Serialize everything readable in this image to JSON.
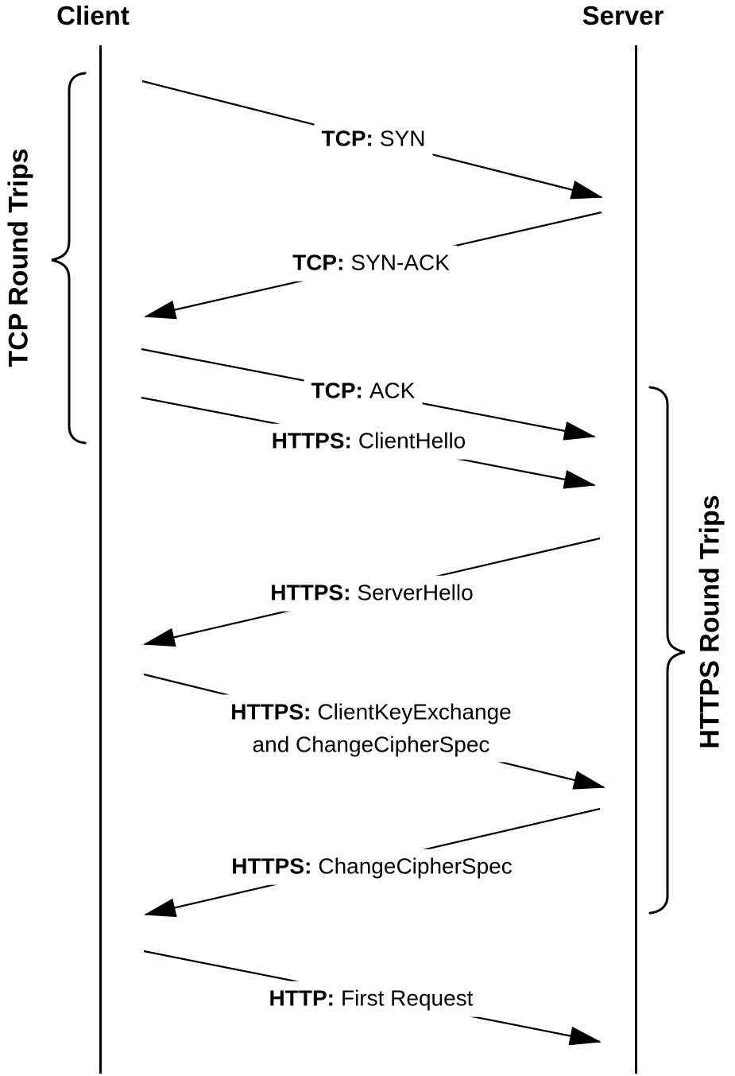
{
  "diagram": {
    "actors": {
      "client": "Client",
      "server": "Server"
    },
    "messages": [
      {
        "protocol": "TCP:",
        "label": "SYN",
        "from": "Client",
        "to": "Server"
      },
      {
        "protocol": "TCP:",
        "label": "SYN-ACK",
        "from": "Server",
        "to": "Client"
      },
      {
        "protocol": "TCP:",
        "label": "ACK",
        "from": "Client",
        "to": "Server"
      },
      {
        "protocol": "HTTPS:",
        "label": "ClientHello",
        "from": "Client",
        "to": "Server"
      },
      {
        "protocol": "HTTPS:",
        "label": "ServerHello",
        "from": "Server",
        "to": "Client"
      },
      {
        "protocol": "HTTPS:",
        "label": "ClientKeyExchange",
        "label_line2": "and ChangeCipherSpec",
        "from": "Client",
        "to": "Server"
      },
      {
        "protocol": "HTTPS:",
        "label": "ChangeCipherSpec",
        "from": "Server",
        "to": "Client"
      },
      {
        "protocol": "HTTP:",
        "label": "First Request",
        "from": "Client",
        "to": "Server"
      }
    ],
    "annotations": {
      "left_brace_label": "TCP Round Trips",
      "right_brace_label": "HTTPS Round Trips"
    },
    "colors": {
      "line": "#000000",
      "background": "#ffffff"
    }
  }
}
